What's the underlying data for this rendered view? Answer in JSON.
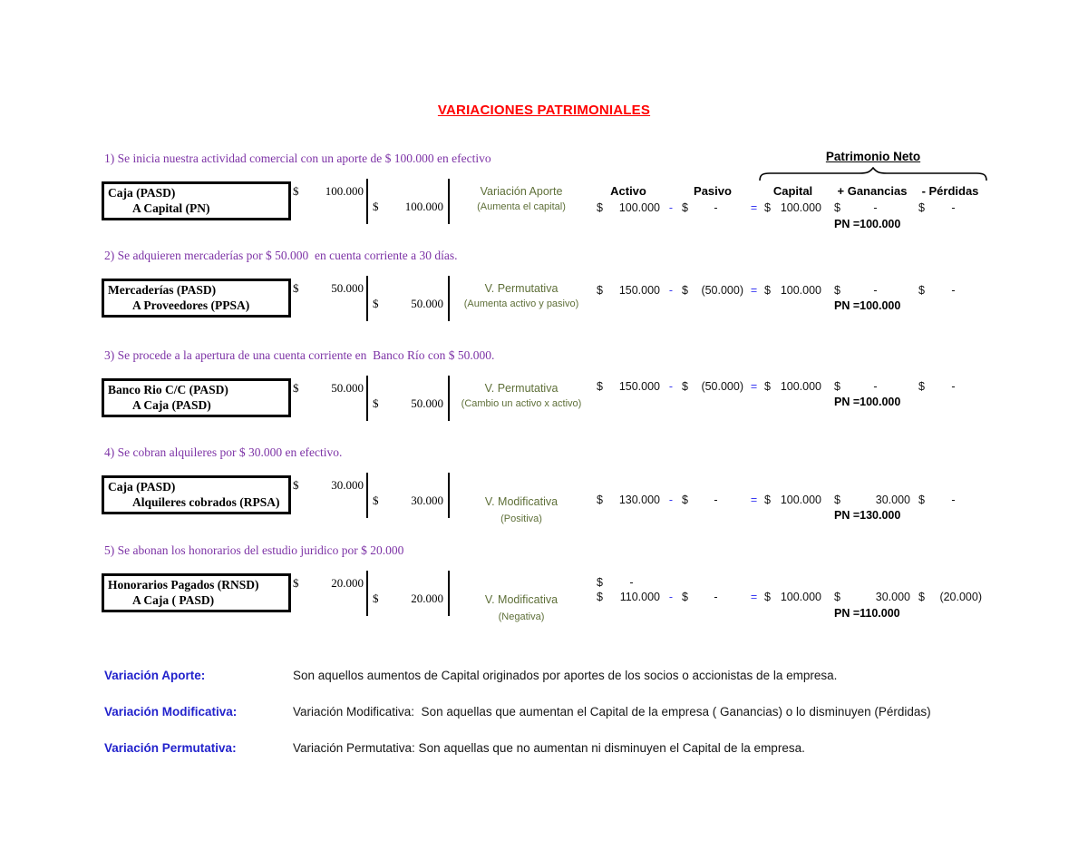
{
  "symbols": {
    "currency": "$",
    "minus": "-",
    "equals": "="
  },
  "title": "VARIACIONES PATRIMONIALES",
  "header": {
    "patrimonio_neto": "Patrimonio Neto",
    "columns": {
      "activo": "Activo",
      "pasivo": "Pasivo",
      "capital": "Capital",
      "ganancias": "+ Ganancias",
      "perdidas": "- Pérdidas"
    }
  },
  "entries": [
    {
      "item": "1) Se inicia nuestra actividad comercial con un aporte de $ 100.000 en efectivo",
      "debit_account": "Caja (PASD)",
      "credit_account": "A Capital (PN)",
      "debit": "100.000",
      "credit": "100.000",
      "variation": "Variación Aporte",
      "variation_note": "(Aumenta  el capital)",
      "activo": "100.000",
      "pasivo": "-",
      "capital": "100.000",
      "ganancias": "-",
      "perdidas": "-",
      "pn": "PN =100.000"
    },
    {
      "item": "2) Se adquieren mercaderías por $ 50.000  en cuenta corriente a 30 días.",
      "debit_account": "Mercaderías (PASD)",
      "credit_account": "A Proveedores (PPSA)",
      "debit": "50.000",
      "credit": "50.000",
      "variation": "V. Permutativa",
      "variation_note": "(Aumenta  activo y pasivo)",
      "activo": "150.000",
      "pasivo": "(50.000)",
      "capital": "100.000",
      "ganancias": "-",
      "perdidas": "-",
      "pn": "PN =100.000"
    },
    {
      "item": "3) Se procede a la apertura de una cuenta corriente en  Banco Río con $ 50.000.",
      "debit_account": "Banco Rio C/C (PASD)",
      "credit_account": "A Caja (PASD)",
      "debit": "50.000",
      "credit": "50.000",
      "variation": "V. Permutativa",
      "variation_note": "(Cambio un activo x activo)",
      "activo": "150.000",
      "pasivo": "(50.000)",
      "capital": "100.000",
      "ganancias": "-",
      "perdidas": "-",
      "pn": "PN =100.000"
    },
    {
      "item": "4) Se cobran alquileres por $ 30.000 en efectivo.",
      "debit_account": "Caja (PASD)",
      "credit_account": "Alquileres cobrados (RPSA)",
      "debit": "30.000",
      "credit": "30.000",
      "variation": "V. Modificativa",
      "variation_note": "(Positiva)",
      "activo": "130.000",
      "pasivo": "-",
      "capital": "100.000",
      "ganancias": "30.000",
      "perdidas": "-",
      "pn": "PN =130.000"
    },
    {
      "item": "5) Se abonan los honorarios del estudio juridico por $ 20.000",
      "debit_account": "Honorarios Pagados (RNSD)",
      "credit_account": "A Caja ( PASD)",
      "debit": "20.000",
      "credit": "20.000",
      "variation": "V. Modificativa",
      "variation_note": "(Negativa)",
      "pre_activo": "-",
      "activo": "110.000",
      "pasivo": "-",
      "capital": "100.000",
      "ganancias": "30.000",
      "perdidas": "(20.000)",
      "pn": "PN =110.000"
    }
  ],
  "definitions": [
    {
      "label": "Variación Aporte:",
      "text": "Son aquellos aumentos de Capital originados por aportes de los socios o accionistas de la empresa."
    },
    {
      "label": "Variación Modificativa:",
      "text": "Variación Modificativa:  Son aquellas que aumentan el Capital de la empresa ( Ganancias) o lo disminuyen (Pérdidas)"
    },
    {
      "label": "Variación Permutativa:",
      "text": "Variación Permutativa: Son aquellas que no aumentan ni disminuyen el Capital de la empresa."
    }
  ]
}
